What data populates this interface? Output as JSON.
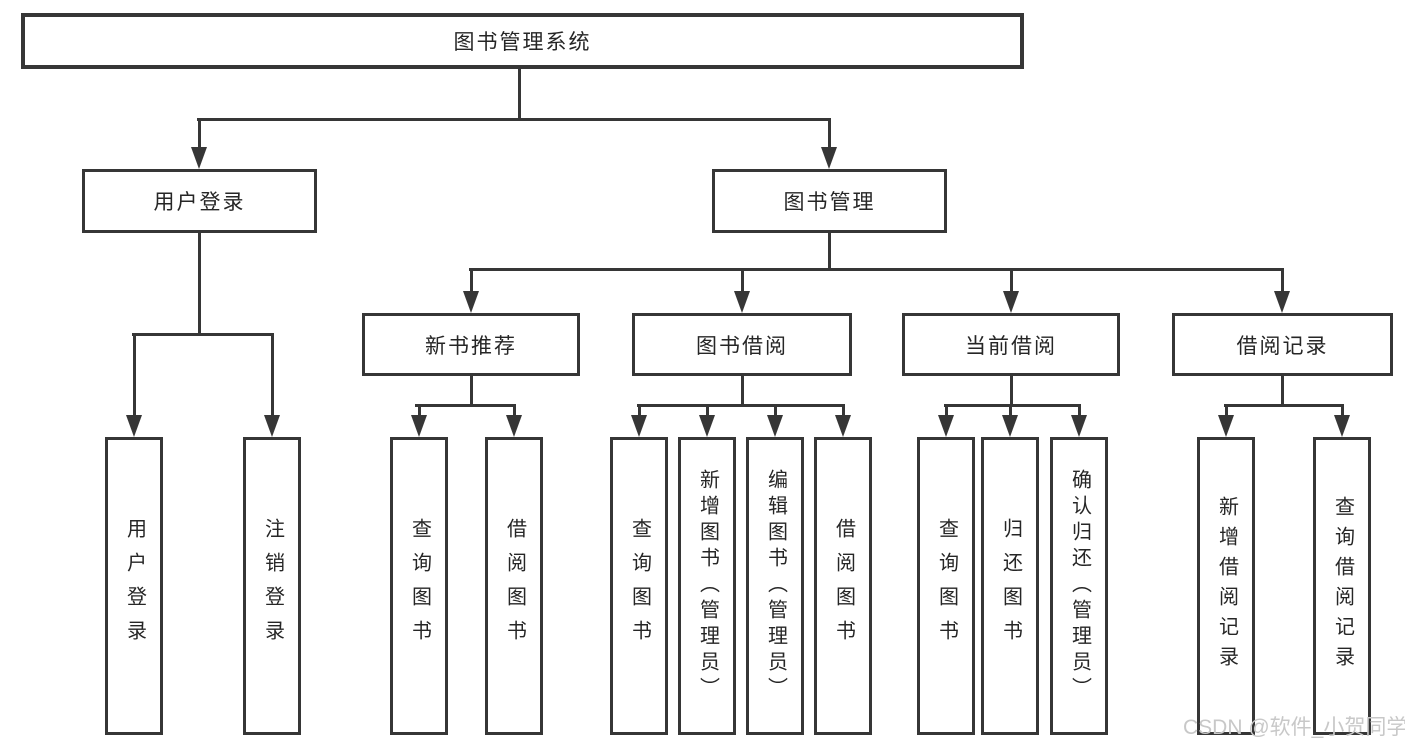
{
  "tree": {
    "root": {
      "label": "图书管理系统"
    },
    "branches": [
      {
        "label": "用户登录",
        "children": [
          {
            "label": "用户登录"
          },
          {
            "label": "注销登录"
          }
        ]
      },
      {
        "label": "图书管理",
        "children": [
          {
            "label": "新书推荐",
            "children": [
              {
                "label": "查询图书"
              },
              {
                "label": "借阅图书"
              }
            ]
          },
          {
            "label": "图书借阅",
            "children": [
              {
                "label": "查询图书"
              },
              {
                "label": "新增图书（管理员）"
              },
              {
                "label": "编辑图书（管理员）"
              },
              {
                "label": "借阅图书"
              }
            ]
          },
          {
            "label": "当前借阅",
            "children": [
              {
                "label": "查询图书"
              },
              {
                "label": "归还图书"
              },
              {
                "label": "确认归还（管理员）"
              }
            ]
          },
          {
            "label": "借阅记录",
            "children": [
              {
                "label": "新增借阅记录"
              },
              {
                "label": "查询借阅记录"
              }
            ]
          }
        ]
      }
    ]
  },
  "watermark": {
    "text": "CSDN @软件_小贺同学"
  },
  "colors": {
    "line": "#363636",
    "text": "#262626",
    "background": "#ffffff",
    "watermark": "#c8c8c8"
  }
}
